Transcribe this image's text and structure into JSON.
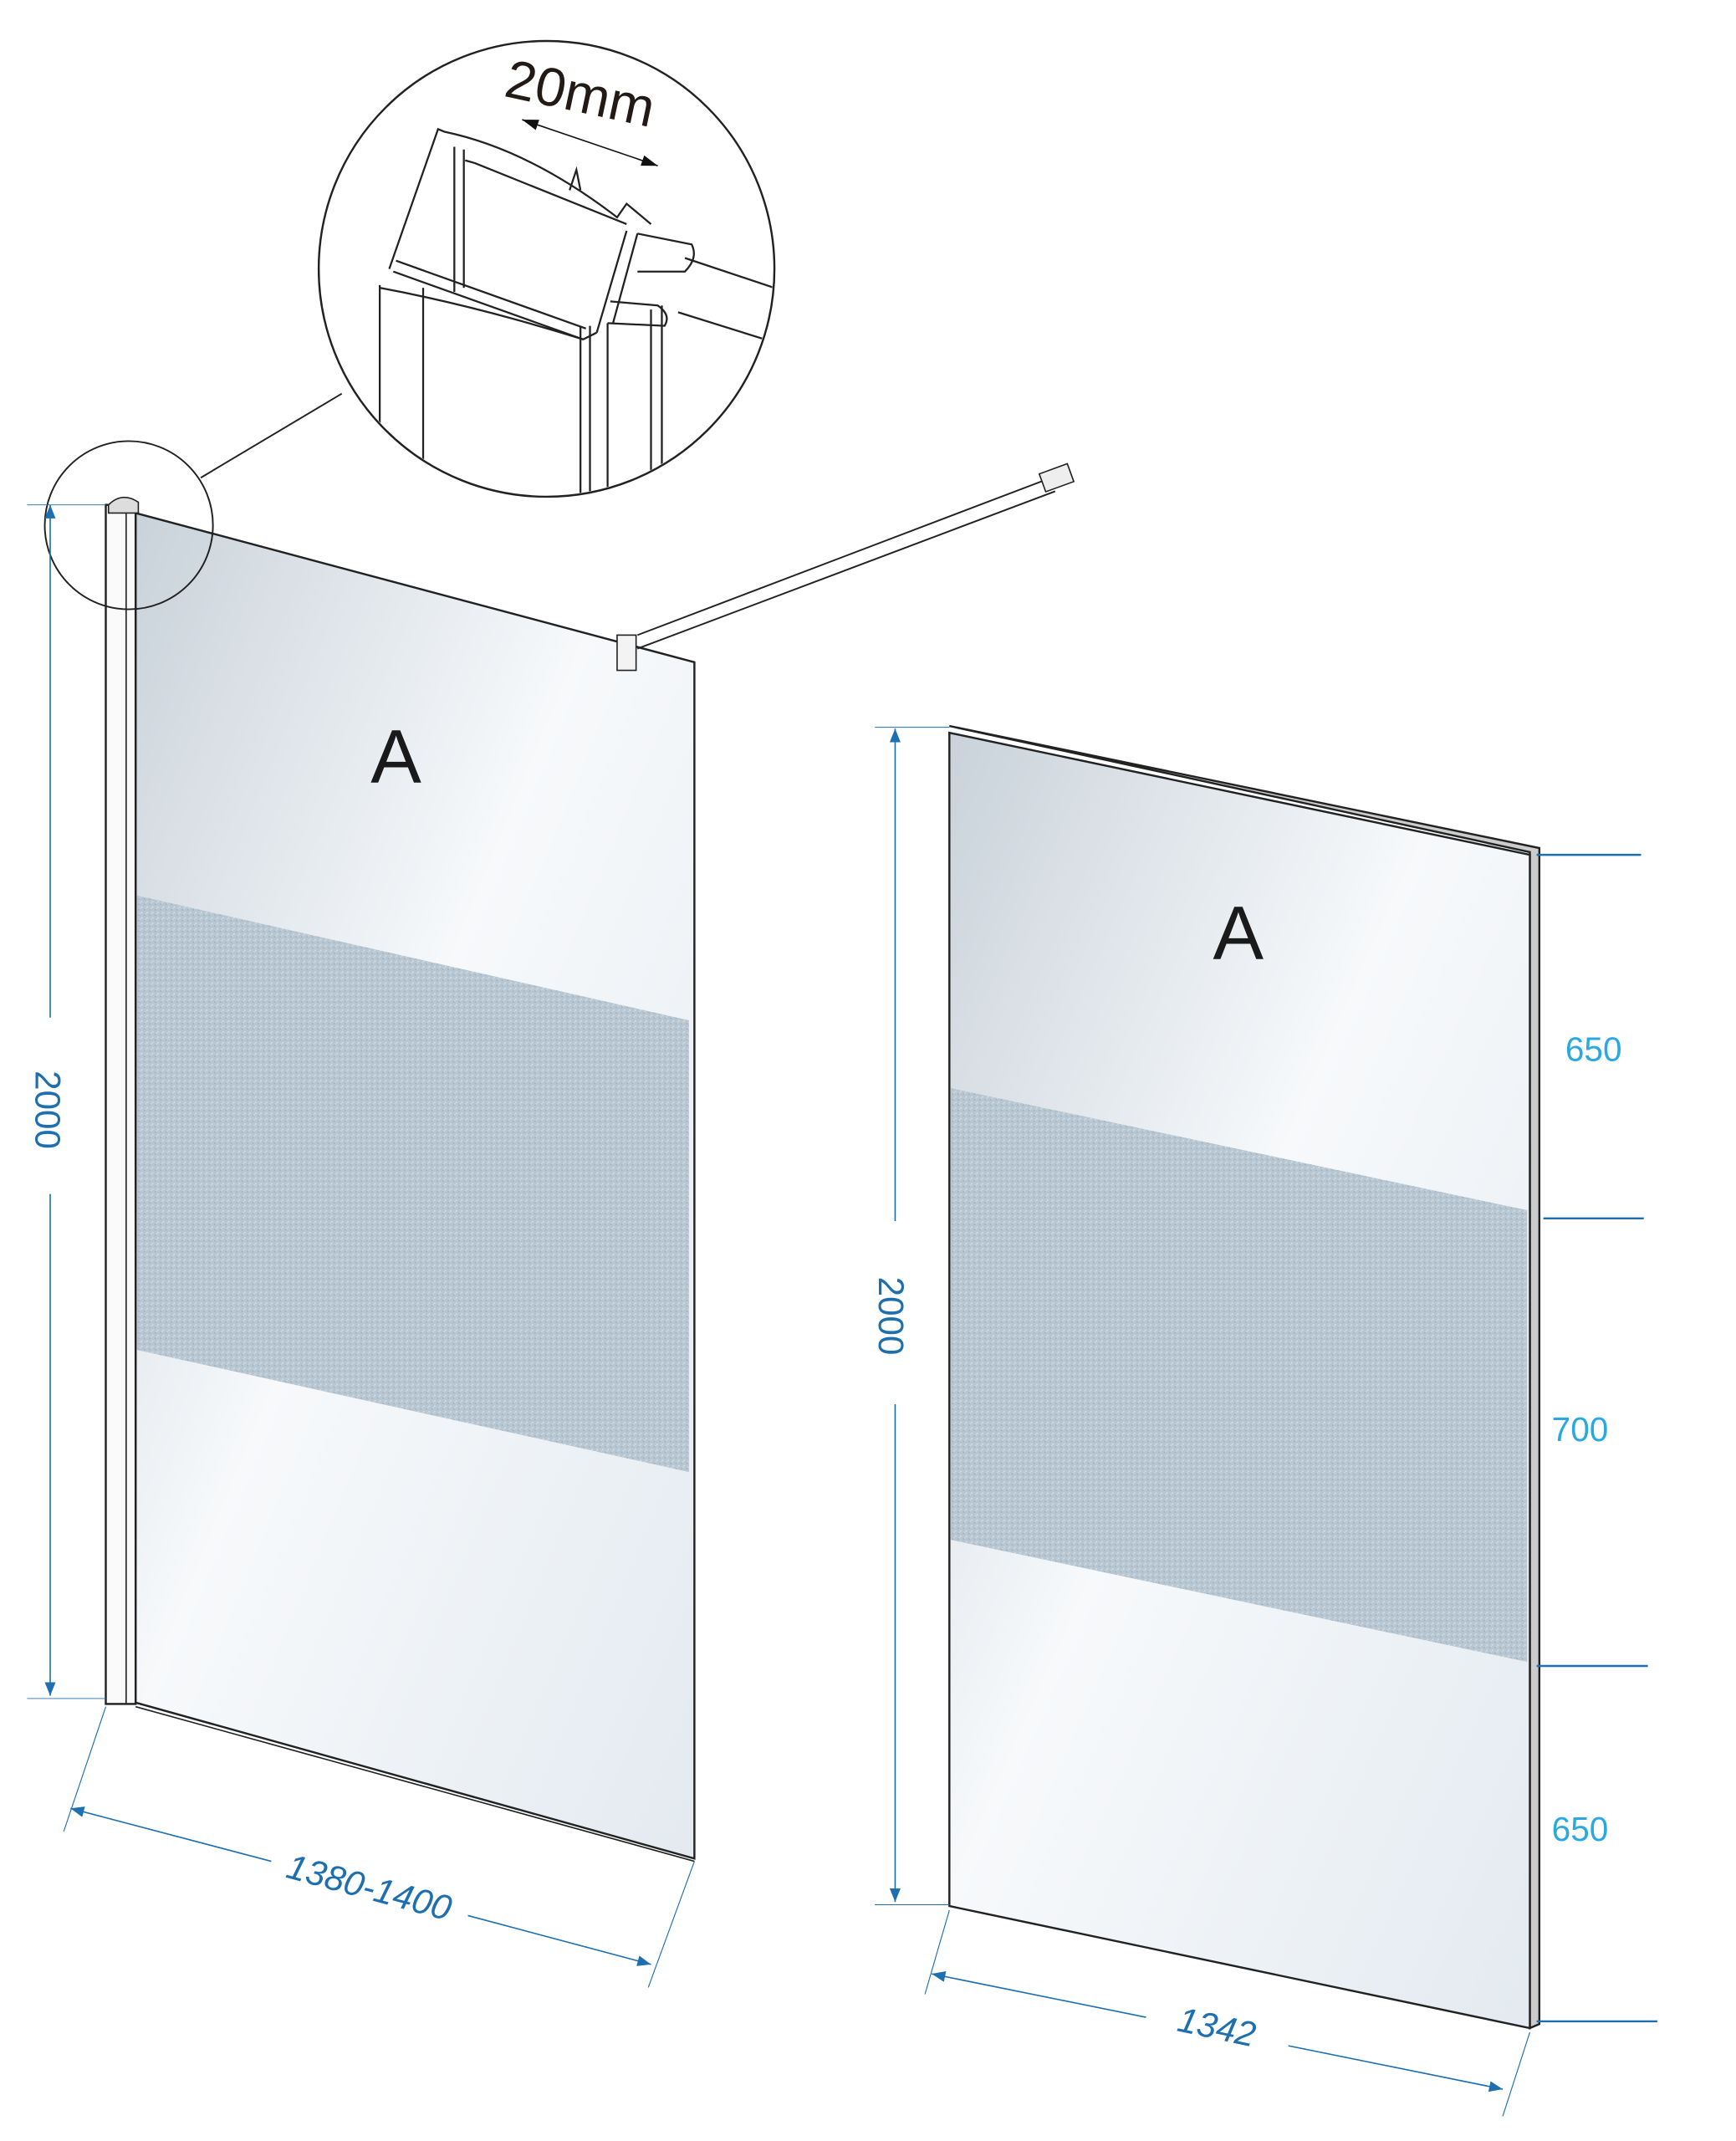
{
  "colors": {
    "dimension": "#1d6fb0",
    "segment": "#2aa8e0",
    "outline": "#222222",
    "frost": "#b4c3cf"
  },
  "detail": {
    "profile_width": "20mm"
  },
  "left_panel": {
    "label": "A",
    "height": "2000",
    "width": "1380-1400"
  },
  "right_panel": {
    "label": "A",
    "height": "2000",
    "width": "1342",
    "segments": [
      "650",
      "700",
      "650"
    ]
  }
}
